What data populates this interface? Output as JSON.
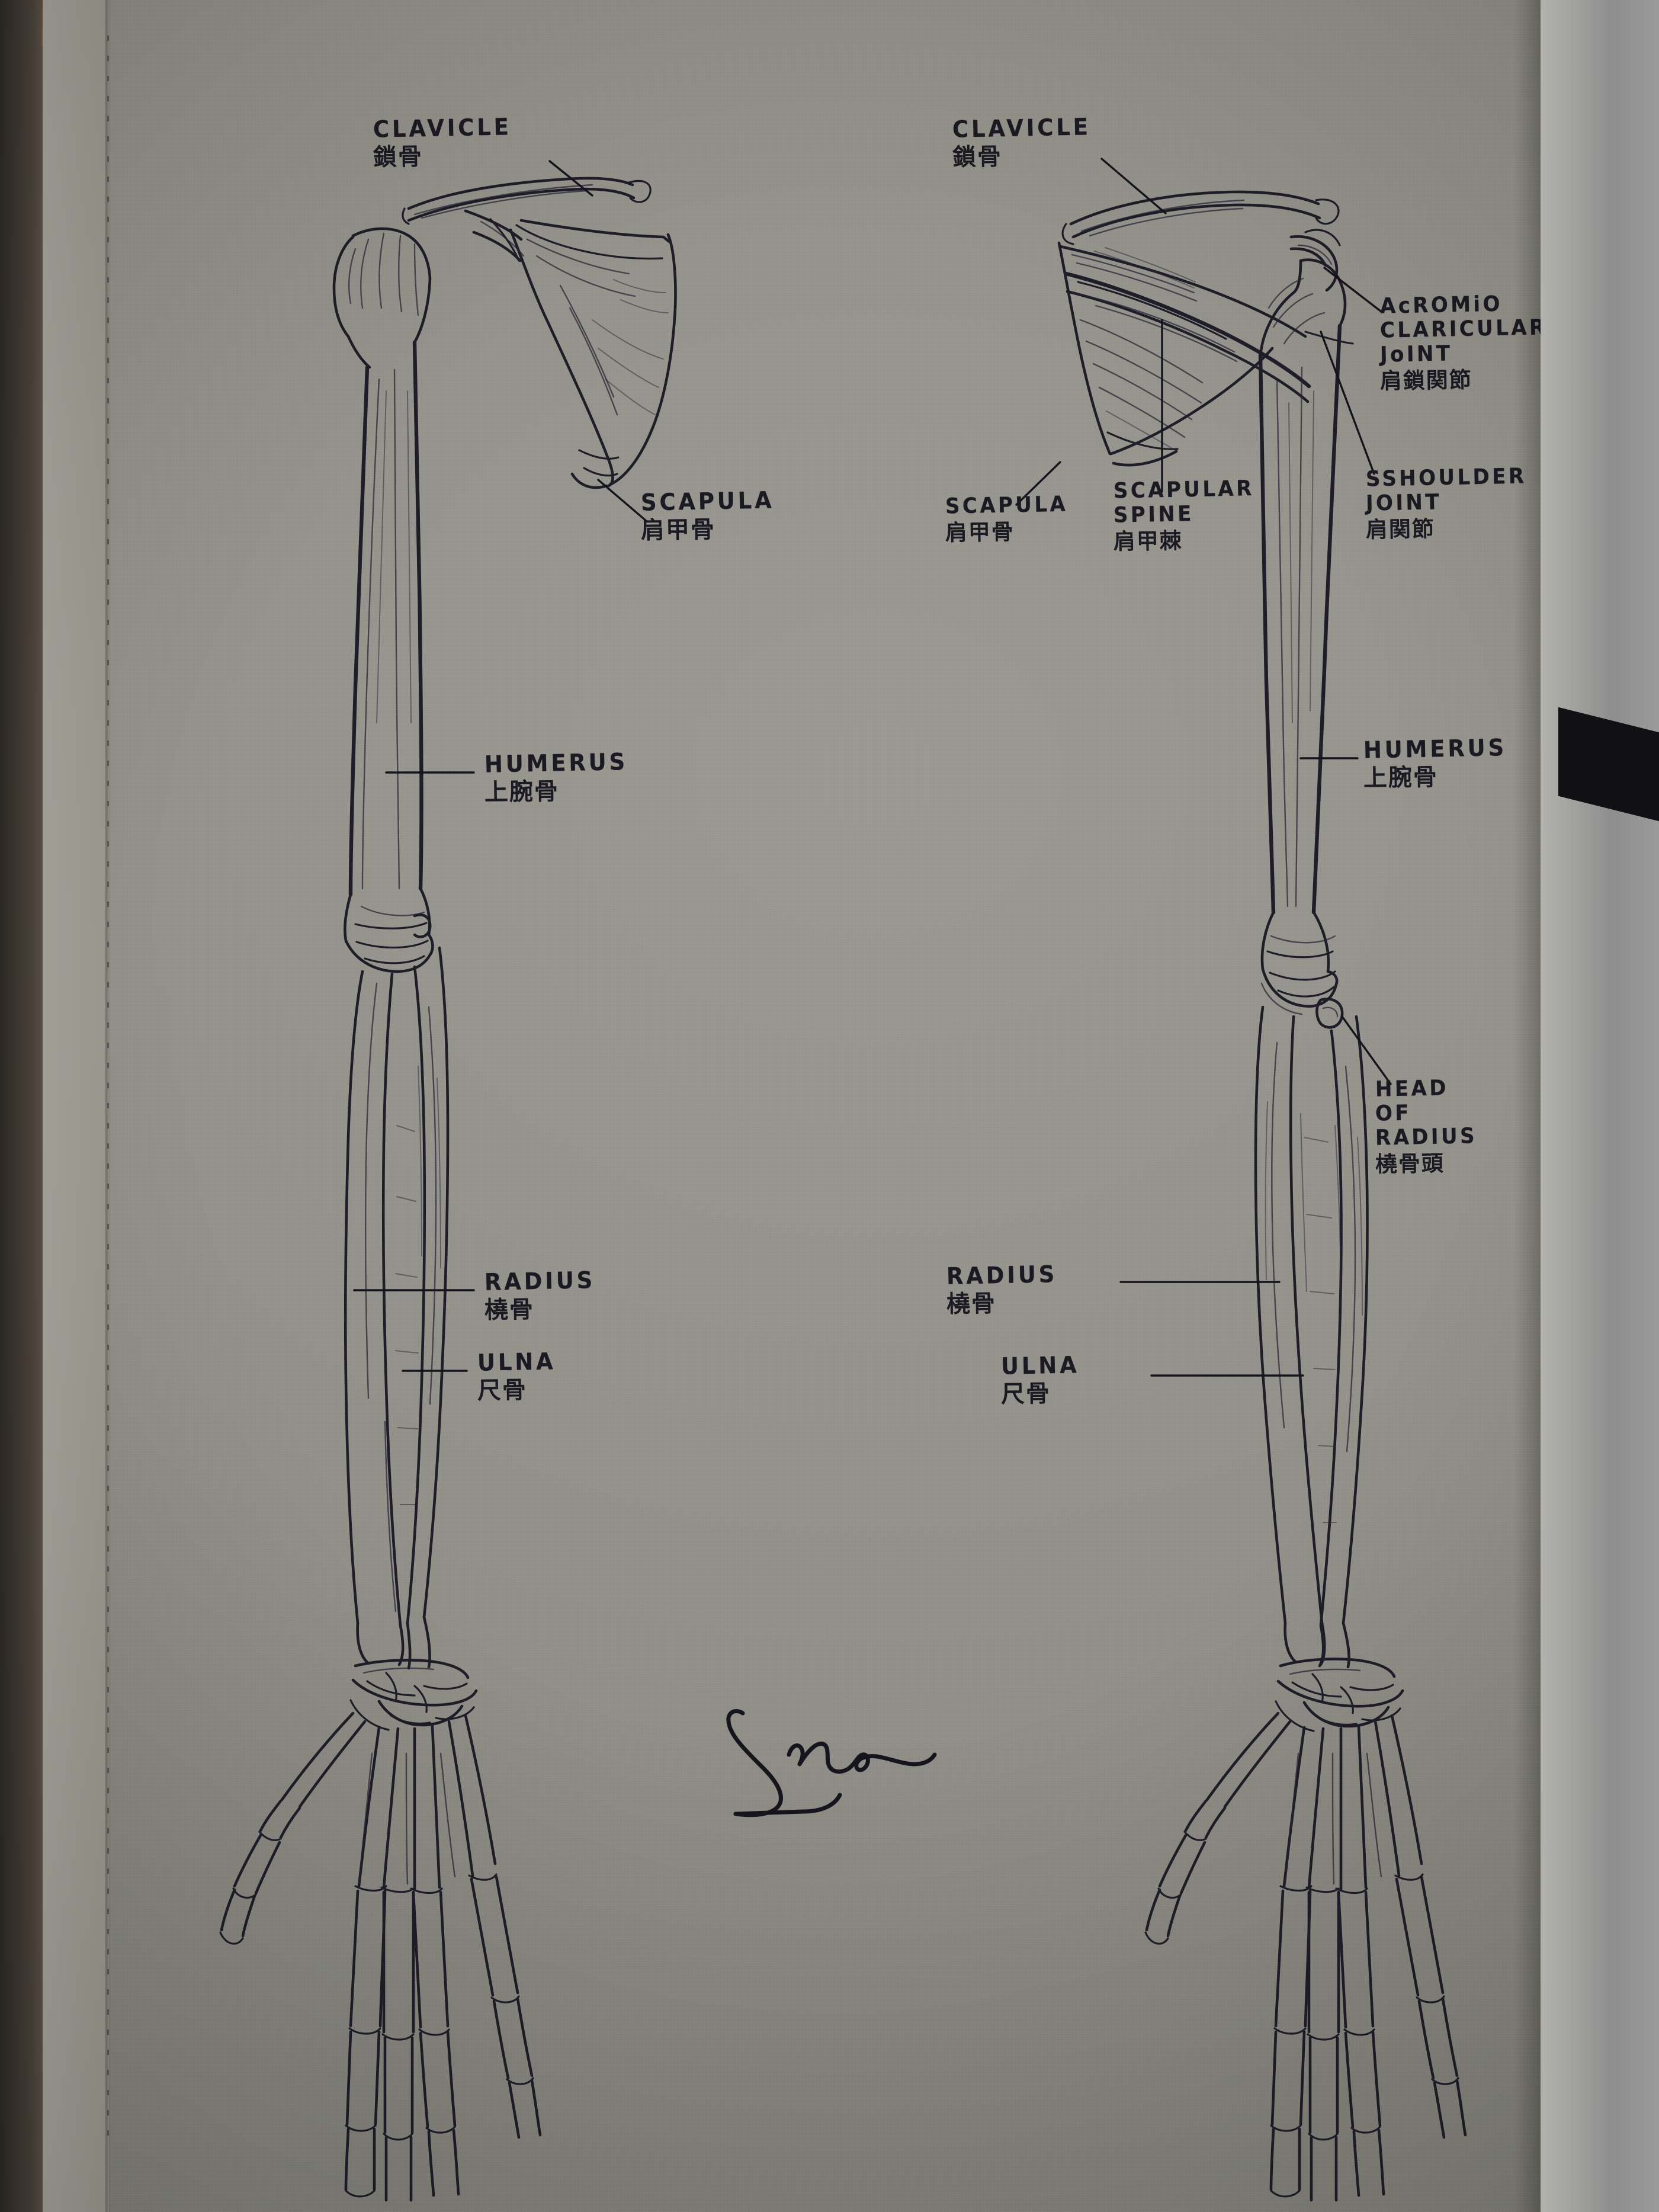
{
  "scene": {
    "medium": "ballpoint pen ink drawing in a sketchbook",
    "subject": "Human upper limb skeleton, anterior and posterior views",
    "paper_color": "#929189",
    "ink_color": "#1b1a22",
    "desk_color": "#4a423a",
    "band_color": "#111014"
  },
  "left_figure": {
    "view": "anterior",
    "labels": [
      {
        "id": "clavicle",
        "en": "CLAVICLE",
        "jp": "鎖骨"
      },
      {
        "id": "scapula",
        "en": "SCAPULA",
        "jp": "肩甲骨"
      },
      {
        "id": "humerus",
        "en": "HUMERUS",
        "jp": "上腕骨"
      },
      {
        "id": "radius",
        "en": "RADIUS",
        "jp": "橈骨"
      },
      {
        "id": "ulna",
        "en": "ULNA",
        "jp": "尺骨"
      }
    ]
  },
  "right_figure": {
    "view": "posterior",
    "labels": [
      {
        "id": "clavicle",
        "en": "CLAVICLE",
        "jp": "鎖骨"
      },
      {
        "id": "acromioclavicular-joint",
        "en1": "AcROMiO",
        "en2": "CLARICULAR",
        "en3": "JoINT",
        "jp": "肩鎖関節"
      },
      {
        "id": "shoulder-joint",
        "en1": "SSHOULDER",
        "en2": "JOINT",
        "jp": "肩関節"
      },
      {
        "id": "scapula",
        "en": "SCAPULA",
        "jp": "肩甲骨"
      },
      {
        "id": "scapular-spine",
        "en1": "SCAPULAR",
        "en2": "SPINE",
        "jp": "肩甲棘"
      },
      {
        "id": "humerus",
        "en": "HUMERUS",
        "jp": "上腕骨"
      },
      {
        "id": "head-of-radius",
        "en1": "HEAD",
        "en2": "OF",
        "en3": "RADIUS",
        "jp": "橈骨頭"
      },
      {
        "id": "radius",
        "en": "RADIUS",
        "jp": "橈骨"
      },
      {
        "id": "ulna",
        "en": "ULNA",
        "jp": "尺骨"
      }
    ]
  },
  "signature": {
    "present": true,
    "style": "cursive initial S flourish"
  }
}
